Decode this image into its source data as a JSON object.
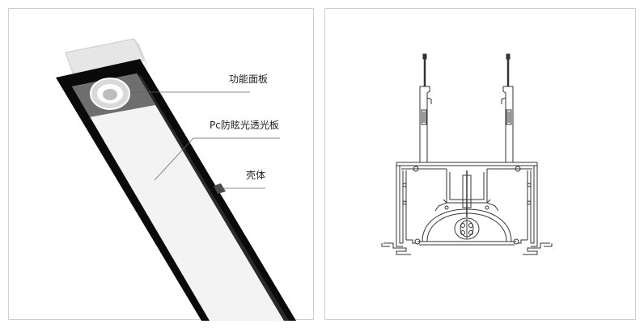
{
  "labels": {
    "function_panel": "功能面板",
    "pc_diffuser": "Pc防眩光透光板",
    "housing": "壳体"
  },
  "colors": {
    "frame_black": "#0a0a0a",
    "diffuser_white": "#f2f2f2",
    "panel_grey": "#6e6e6e",
    "top_cap": "#e6e6e6",
    "line": "#555555",
    "border": "#cfcfcf"
  }
}
